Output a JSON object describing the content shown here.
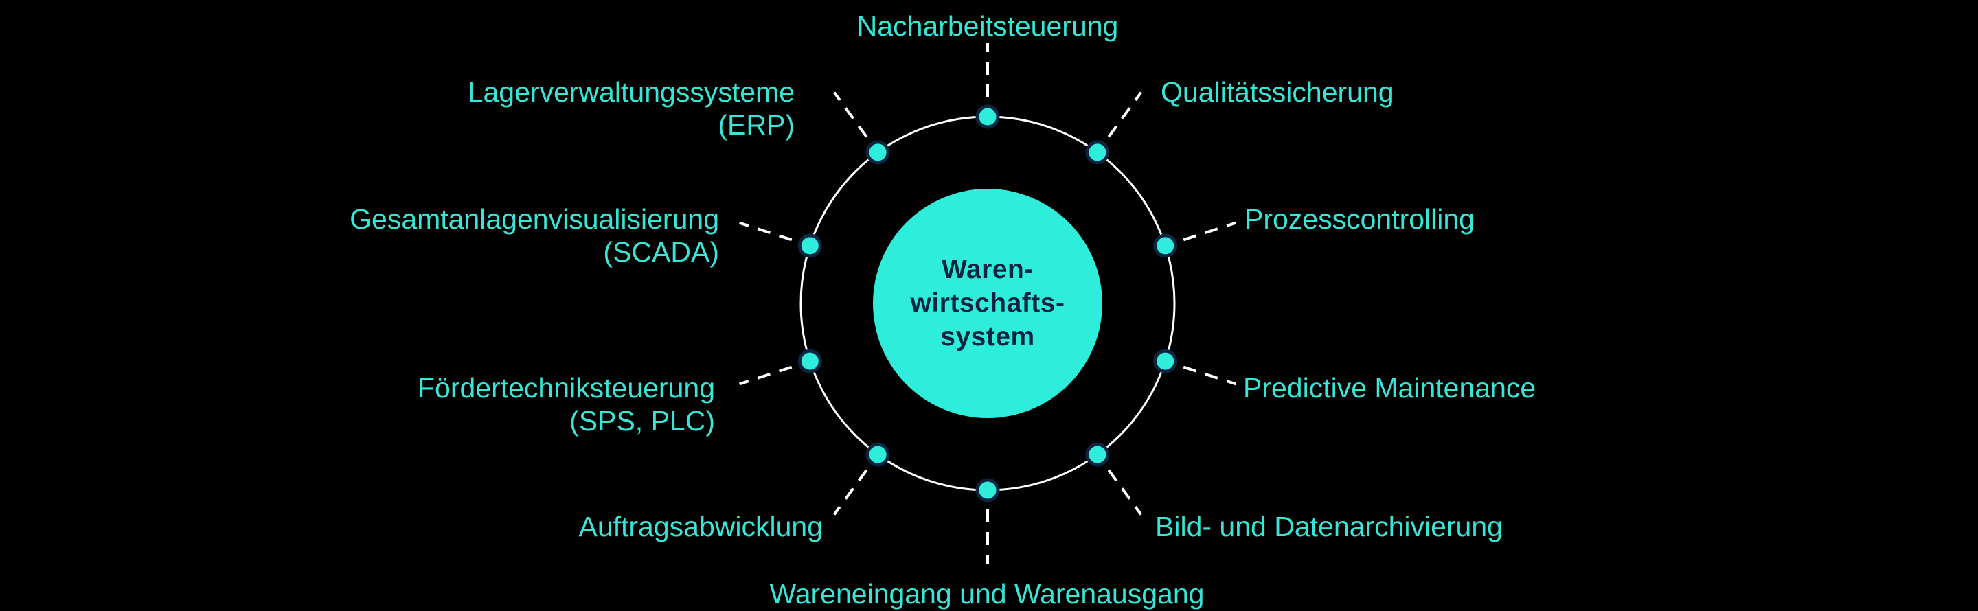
{
  "diagram": {
    "title_semantic": "Warenwirtschaftssystem hub diagram",
    "center": {
      "lines": [
        "Waren-",
        "wirtschafts-",
        "system"
      ]
    },
    "spokes": [
      {
        "id": "nacharbeitsteuerung",
        "angle": 90,
        "label_lines": [
          "Nacharbeitsteuerung"
        ]
      },
      {
        "id": "qualitaetssicherung",
        "angle": 54,
        "label_lines": [
          "Qualitätssicherung"
        ]
      },
      {
        "id": "prozesscontrolling",
        "angle": 18,
        "label_lines": [
          "Prozesscontrolling"
        ]
      },
      {
        "id": "predictive-maintenance",
        "angle": -18,
        "label_lines": [
          "Predictive Maintenance"
        ]
      },
      {
        "id": "bild-und-datenarchivierung",
        "angle": -54,
        "label_lines": [
          "Bild- und Datenarchivierung"
        ]
      },
      {
        "id": "wareneingang-warenausgang",
        "angle": -90,
        "label_lines": [
          "Wareneingang und Warenausgang"
        ]
      },
      {
        "id": "auftragsabwicklung",
        "angle": -126,
        "label_lines": [
          "Auftragsabwicklung"
        ]
      },
      {
        "id": "foerdertechniksteuerung",
        "angle": -162,
        "label_lines": [
          "Fördertechniksteuerung",
          "(SPS, PLC)"
        ]
      },
      {
        "id": "gesamtanlagenvisualisierung",
        "angle": 162,
        "label_lines": [
          "Gesamtanlagenvisualisierung",
          "(SCADA)"
        ]
      },
      {
        "id": "lagerverwaltungssysteme",
        "angle": 126,
        "label_lines": [
          "Lagerverwaltungssysteme",
          "(ERP)"
        ]
      }
    ],
    "colors": {
      "background": "#000000",
      "shape_teal": "#2EEDDB",
      "label_teal": "#38E6D8",
      "navy": "#0E2542",
      "line_white": "#FFFFFF"
    }
  }
}
